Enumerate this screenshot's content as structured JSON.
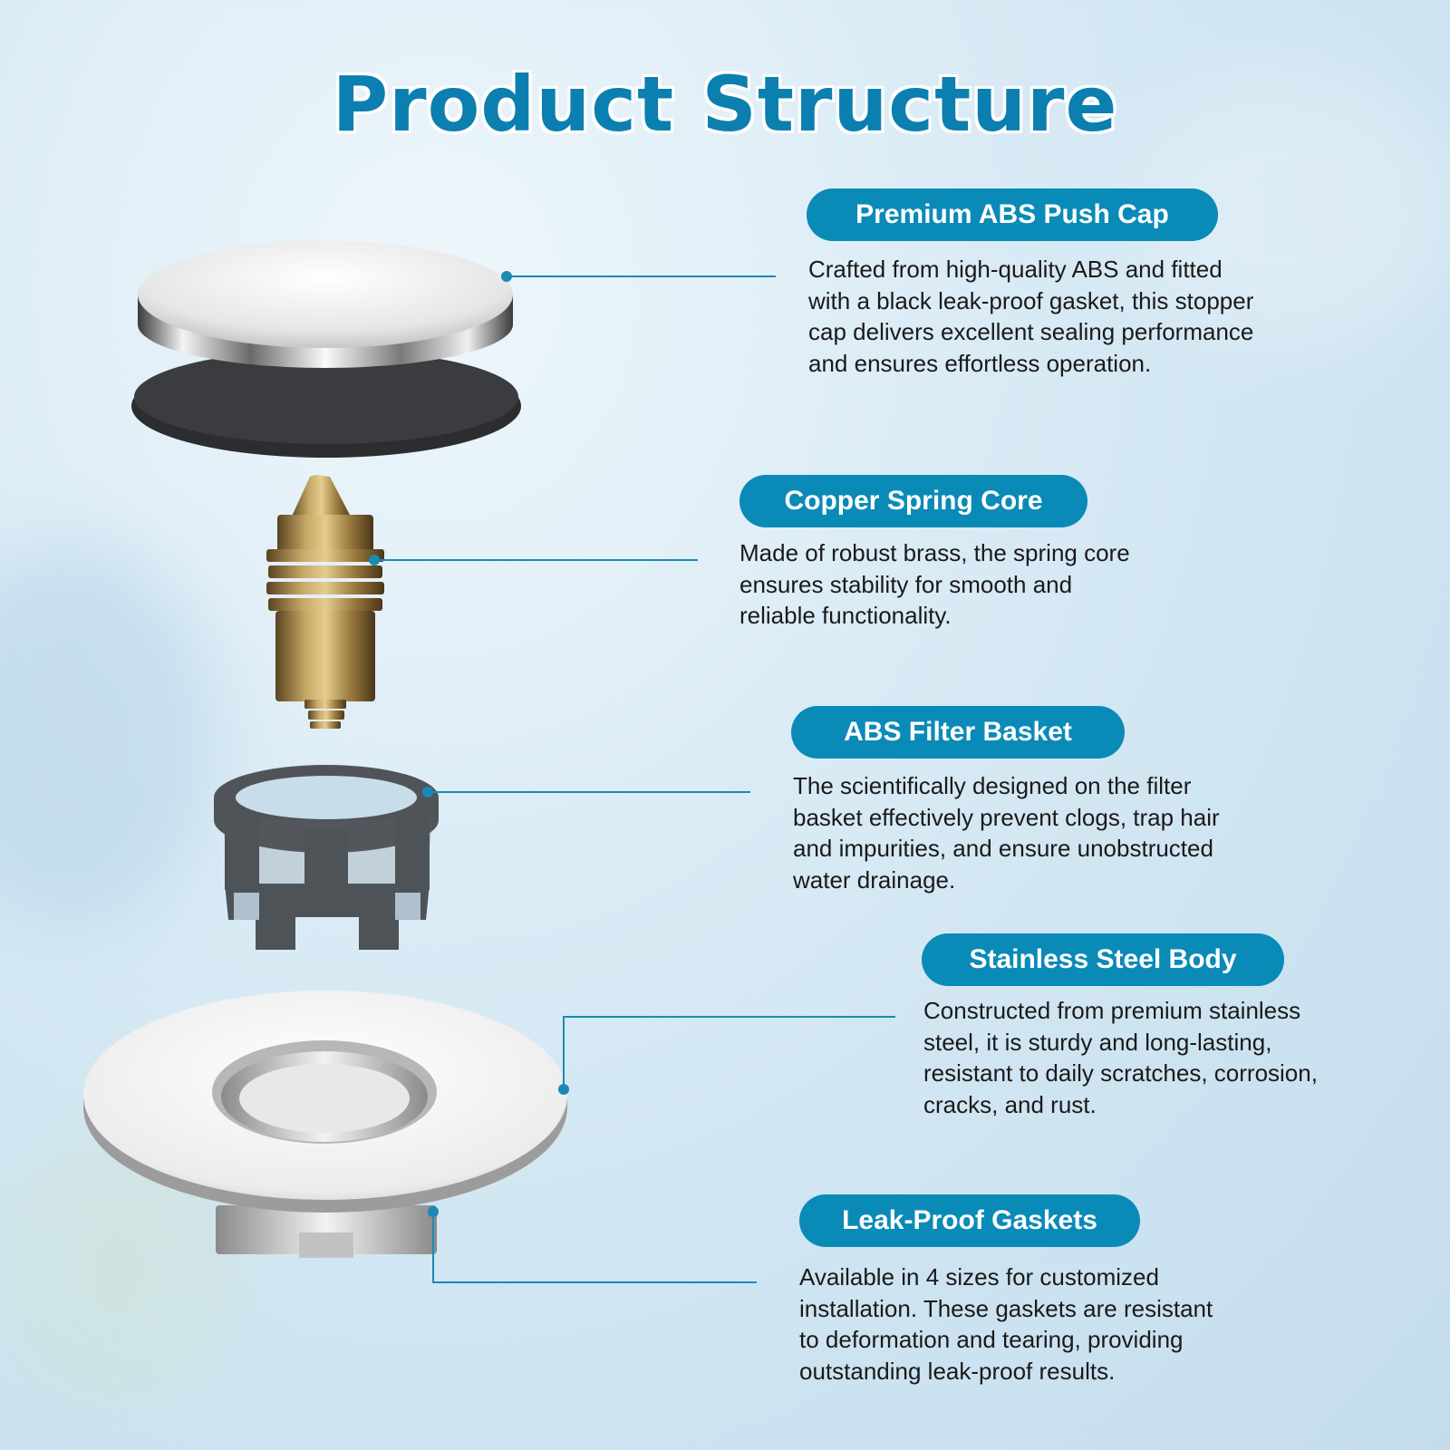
{
  "title": "Product Structure",
  "accent_color": "#0a8ab7",
  "title_color": "#0a7fb0",
  "parts": [
    {
      "label": "Premium ABS Push Cap",
      "lines": [
        "Crafted from high-quality ABS and fitted",
        "with a black leak-proof gasket, this stopper",
        "cap delivers excellent sealing performance",
        "and ensures effortless operation."
      ]
    },
    {
      "label": "Copper Spring Core",
      "lines": [
        "Made of robust brass, the spring core",
        "ensures stability for smooth and",
        "reliable functionality."
      ]
    },
    {
      "label": "ABS Filter Basket",
      "lines": [
        "The scientifically designed on the filter",
        "basket effectively prevent clogs, trap hair",
        "and impurities, and ensure unobstructed",
        "water drainage."
      ]
    },
    {
      "label": "Stainless Steel Body",
      "lines": [
        "Constructed from premium stainless",
        "steel, it is sturdy and long-lasting,",
        "resistant to daily scratches, corrosion,",
        "cracks, and rust."
      ]
    },
    {
      "label": "Leak-Proof Gaskets",
      "lines": [
        "Available in 4 sizes for customized",
        "installation. These gaskets are resistant",
        "to deformation and tearing, providing",
        "outstanding leak-proof results."
      ]
    }
  ]
}
